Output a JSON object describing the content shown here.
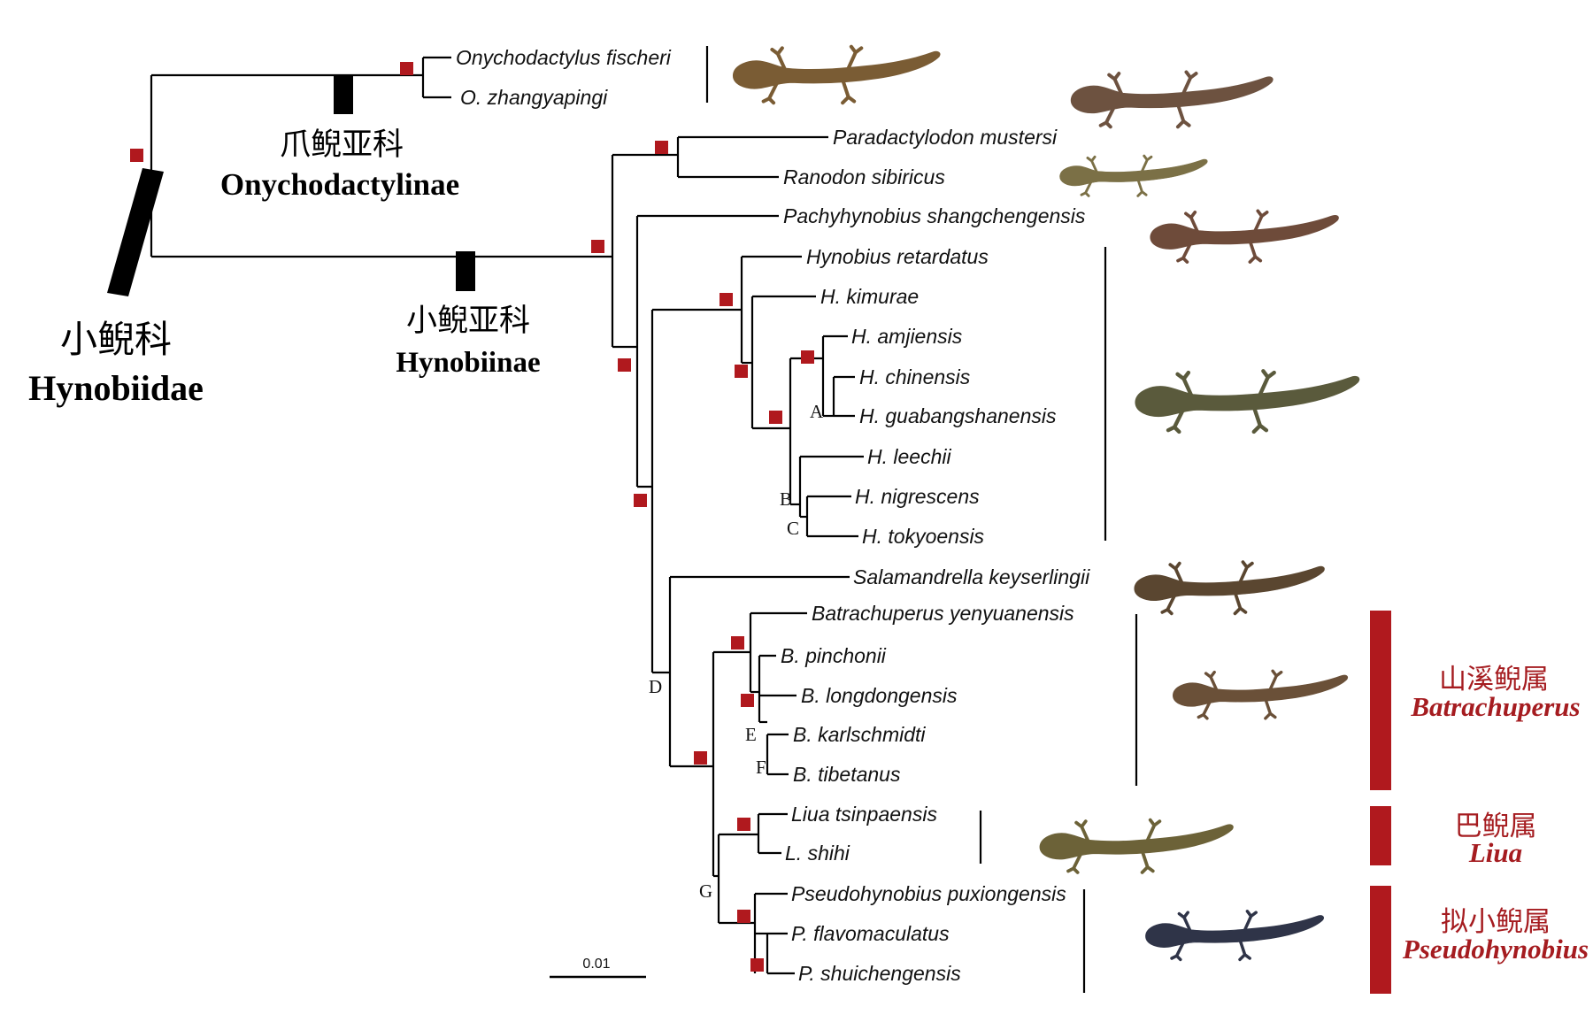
{
  "taxa": {
    "o_fischeri": "Onychodactylus fischeri",
    "o_zhangyapingi": "O. zhangyapingi",
    "p_mustersi": "Paradactylodon mustersi",
    "r_sibiricus": "Ranodon sibiricus",
    "p_shangchengensis": "Pachyhynobius shangchengensis",
    "h_retardatus": "Hynobius retardatus",
    "h_kimurae": "H. kimurae",
    "h_amjiensis": "H. amjiensis",
    "h_chinensis": "H. chinensis",
    "h_guabangshanensis": "H. guabangshanensis",
    "h_leechii": "H. leechii",
    "h_nigrescens": "H. nigrescens",
    "h_tokyoensis": "H. tokyoensis",
    "s_keyserlingii": "Salamandrella keyserlingii",
    "b_yenyuanensis": "Batrachuperus yenyuanensis",
    "b_pinchonii": "B. pinchonii",
    "b_longdongensis": "B. longdongensis",
    "b_karlschmidti": "B. karlschmidti",
    "b_tibetanus": "B. tibetanus",
    "l_tsinpaensis": "Liua tsinpaensis",
    "l_shihi": "L. shihi",
    "p_puxiongensis": "Pseudohynobius puxiongensis",
    "p_flavomaculatus": "P. flavomaculatus",
    "p_shuichengensis": "P. shuichengensis"
  },
  "ranks": {
    "family_cn": "小鲵科",
    "family_lat": "Hynobiidae",
    "onychodactylinae_cn": "爪鲵亚科",
    "onychodactylinae_lat": "Onychodactylinae",
    "hynobiinae_cn": "小鲵亚科",
    "hynobiinae_lat": "Hynobiinae"
  },
  "genera": {
    "batrachuperus_cn": "山溪鲵属",
    "batrachuperus_lat": "Batrachuperus",
    "liua_cn": "巴鲵属",
    "liua_lat": "Liua",
    "pseudohynobius_cn": "拟小鲵属",
    "pseudohynobius_lat": "Pseudohynobius"
  },
  "node_labels": {
    "A": "A",
    "B": "B",
    "C": "C",
    "D": "D",
    "E": "E",
    "F": "F",
    "G": "G"
  },
  "scale_bar": "0.01",
  "salamander_photos": [
    "Onychodactylus",
    "Paradactylodon",
    "Ranodon",
    "Pachyhynobius",
    "Hynobius",
    "Salamandrella",
    "Batrachuperus",
    "Liua",
    "Pseudohynobius"
  ],
  "colors": {
    "support_marker": "#b0191e",
    "genus_bar": "#b0191e",
    "genus_text": "#a51c20",
    "branch": "#000000"
  }
}
